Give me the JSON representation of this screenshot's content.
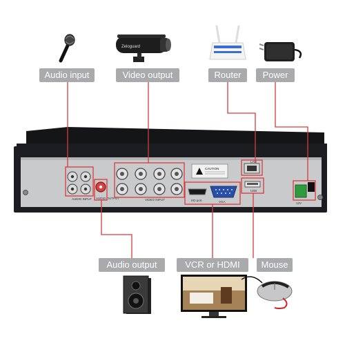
{
  "labels": {
    "audio_input": "Audio input",
    "video_output": "Video output",
    "router": "Router",
    "power": "Power",
    "audio_output": "Audio output",
    "vcr_hdmi": "VCR or HDMI",
    "mouse": "Mouse"
  },
  "panel": {
    "audio_input_text": "AUDIO\nINPUT",
    "audio_output_text": "AUDIO\nOUTPUT",
    "video_input_text": "VIDEO\nINPUT",
    "hd_port_text": "HD port",
    "vga_text": "VGA",
    "lan_text": "LAN",
    "usb_text": "USB",
    "dc_text": "12V",
    "brand_text": "Zeloguard",
    "caution_text": "CAUTION"
  },
  "colors": {
    "connector_line": "#d93a3a",
    "label_bg": "#a9aaac",
    "dvr_body": "#1c1d20",
    "panel_face": "#c9cacc"
  }
}
